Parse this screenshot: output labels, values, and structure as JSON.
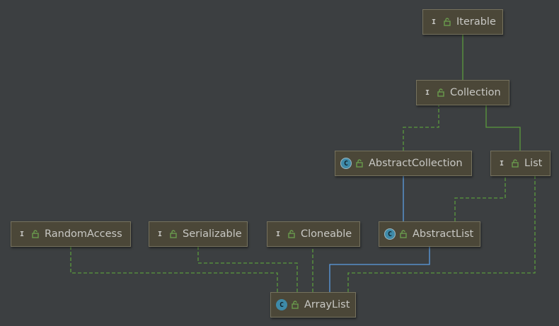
{
  "colors": {
    "background": "#3c3f41",
    "node_fill": "#4b4738",
    "node_border": "#76725e",
    "interface_badge": "#6a9c4d",
    "class_badge": "#3e8aa8",
    "extends_edge": "#5b9de2",
    "implements_edge": "#5a9a3c",
    "text": "#c8c8c4"
  },
  "nodes": [
    {
      "id": "iterable",
      "label": "Iterable",
      "kind": "interface",
      "badge": "I",
      "icon": "interface-icon"
    },
    {
      "id": "collection",
      "label": "Collection",
      "kind": "interface",
      "badge": "I",
      "icon": "interface-icon"
    },
    {
      "id": "abstract-collection",
      "label": "AbstractCollection",
      "kind": "abstract",
      "badge": "C",
      "icon": "abstract-class-icon"
    },
    {
      "id": "list",
      "label": "List",
      "kind": "interface",
      "badge": "I",
      "icon": "interface-icon"
    },
    {
      "id": "random-access",
      "label": "RandomAccess",
      "kind": "interface",
      "badge": "I",
      "icon": "interface-icon"
    },
    {
      "id": "serializable",
      "label": "Serializable",
      "kind": "interface",
      "badge": "I",
      "icon": "interface-icon"
    },
    {
      "id": "cloneable",
      "label": "Cloneable",
      "kind": "interface",
      "badge": "I",
      "icon": "interface-icon"
    },
    {
      "id": "abstract-list",
      "label": "AbstractList",
      "kind": "abstract",
      "badge": "C",
      "icon": "abstract-class-icon"
    },
    {
      "id": "array-list",
      "label": "ArrayList",
      "kind": "class",
      "badge": "C",
      "icon": "class-icon"
    }
  ],
  "edges": [
    {
      "from": "collection",
      "to": "iterable",
      "type": "interface-extends"
    },
    {
      "from": "abstract-collection",
      "to": "collection",
      "type": "implements"
    },
    {
      "from": "list",
      "to": "collection",
      "type": "interface-extends"
    },
    {
      "from": "abstract-list",
      "to": "abstract-collection",
      "type": "extends"
    },
    {
      "from": "abstract-list",
      "to": "list",
      "type": "implements"
    },
    {
      "from": "array-list",
      "to": "random-access",
      "type": "implements"
    },
    {
      "from": "array-list",
      "to": "serializable",
      "type": "implements"
    },
    {
      "from": "array-list",
      "to": "cloneable",
      "type": "implements"
    },
    {
      "from": "array-list",
      "to": "abstract-list",
      "type": "extends"
    },
    {
      "from": "array-list",
      "to": "list",
      "type": "implements"
    }
  ]
}
